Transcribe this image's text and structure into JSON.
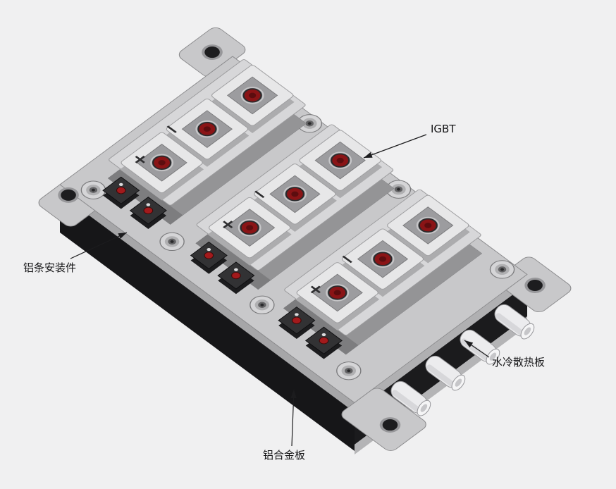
{
  "diagram": {
    "background": "#f0f0f1",
    "labels": {
      "igbt": "IGBT",
      "mounting_strip": "铝条安装件",
      "water_cooling_plate": "水冷散热板",
      "aluminum_plate": "铝合金板"
    },
    "marks": {
      "plus": "+",
      "minus": "−"
    },
    "colors": {
      "plate_top": "#c8c8ca",
      "module_top": "#d7d7d9",
      "heatsink_dark": "#161618",
      "terminal_red": "#8a1416",
      "tube_white": "#ececee"
    }
  }
}
